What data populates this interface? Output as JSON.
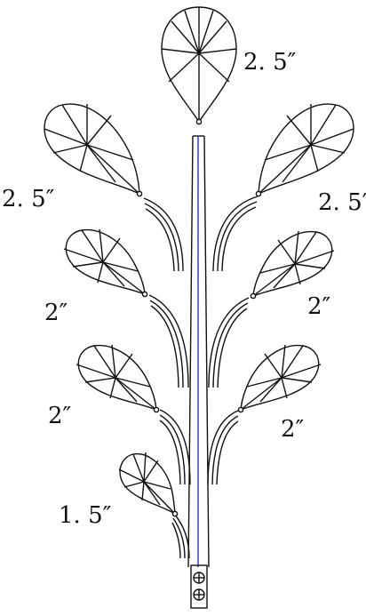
{
  "diagram": {
    "colors": {
      "line": "#111111",
      "stem_center": "#2a2ae0",
      "background": "#ffffff"
    },
    "leaves": [
      {
        "id": "top",
        "label": "2. 5″"
      },
      {
        "id": "upper-left",
        "label": "2. 5″"
      },
      {
        "id": "upper-right",
        "label": "2. 5″"
      },
      {
        "id": "middle-left",
        "label": "2″"
      },
      {
        "id": "middle-right",
        "label": "2″"
      },
      {
        "id": "lower-left",
        "label": "2″"
      },
      {
        "id": "lower-right",
        "label": "2″"
      },
      {
        "id": "bottom-left",
        "label": "1. 5″"
      }
    ],
    "base_bolt_icon": "bolt-circle-icon"
  }
}
